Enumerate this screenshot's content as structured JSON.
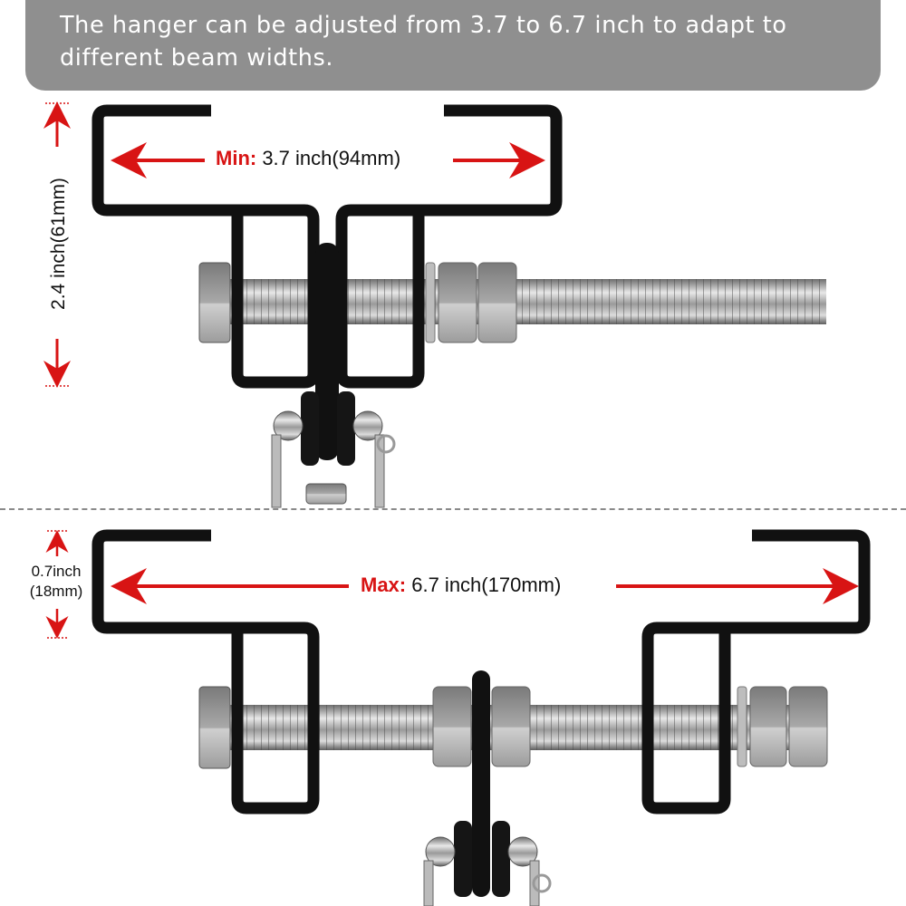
{
  "banner": {
    "text": "The hanger can be adjusted from 3.7 to 6.7 inch to adapt to different beam widths."
  },
  "top_diagram": {
    "width_label_key": "Min:",
    "width_label_value": " 3.7 inch(94mm)",
    "height_label": "2.4 inch(61mm)"
  },
  "bottom_diagram": {
    "width_label_key": "Max:",
    "width_label_value": " 6.7 inch(170mm)",
    "lip_label_line1": "0.7inch",
    "lip_label_line2": "(18mm)"
  },
  "colors": {
    "banner_bg": "#8f8f8f",
    "dimension_red": "#d81414",
    "bracket_black": "#111111",
    "steel": "#b8b8b8"
  }
}
